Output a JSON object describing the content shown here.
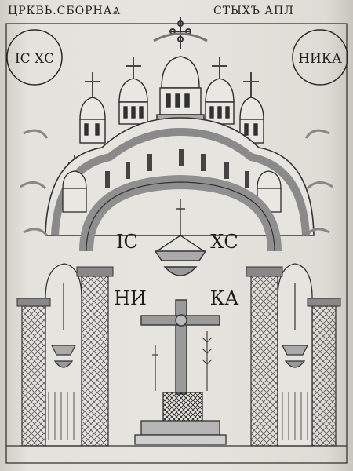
{
  "header": {
    "left": "ЦРКВЬ.СБОРНАѦ",
    "right": "СТЫХЪ АПЛ"
  },
  "medallions": {
    "left": "IC ХС",
    "right": "НИКА"
  },
  "inscriptions": {
    "ic": "IC",
    "xc": "ХС",
    "ni": "НИ",
    "ka": "КА"
  },
  "colors": {
    "ink": "#1c1c1c",
    "wash": "#9a9a9a",
    "paper": "#e6e4de"
  }
}
